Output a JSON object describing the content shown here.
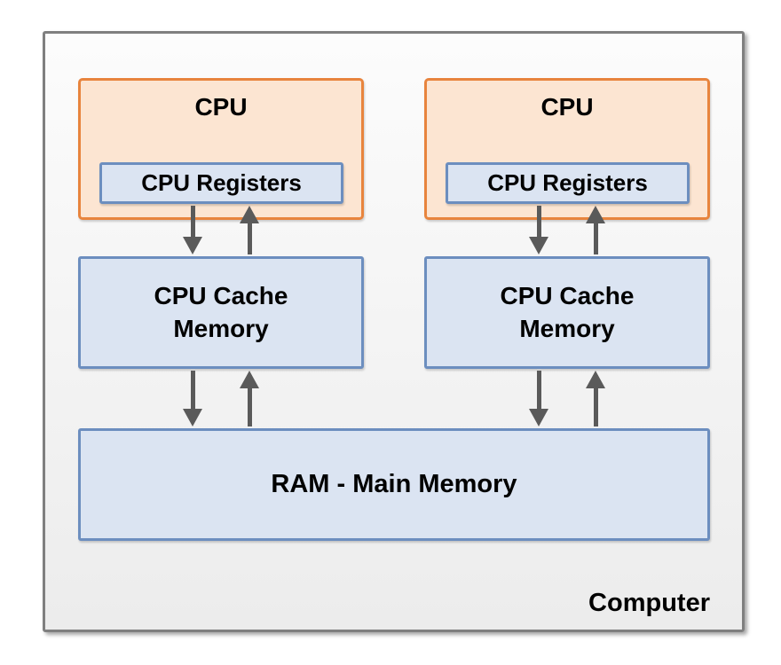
{
  "diagram": {
    "frame_label": "Computer",
    "units": [
      {
        "cpu_label": "CPU",
        "registers_label": "CPU Registers",
        "cache_label": "CPU Cache Memory"
      },
      {
        "cpu_label": "CPU",
        "registers_label": "CPU Registers",
        "cache_label": "CPU Cache Memory"
      }
    ],
    "ram_label": "RAM - Main Memory"
  },
  "colors": {
    "frame_border": "#7f7f7f",
    "frame_fill_top": "#fcfcfc",
    "frame_fill_bottom": "#ececec",
    "cpu_fill": "#fce5d2",
    "cpu_border": "#e8843d",
    "mem_fill": "#dbe4f2",
    "mem_border": "#6c8ebf",
    "arrow": "#5a5a5a",
    "text": "#000000"
  }
}
